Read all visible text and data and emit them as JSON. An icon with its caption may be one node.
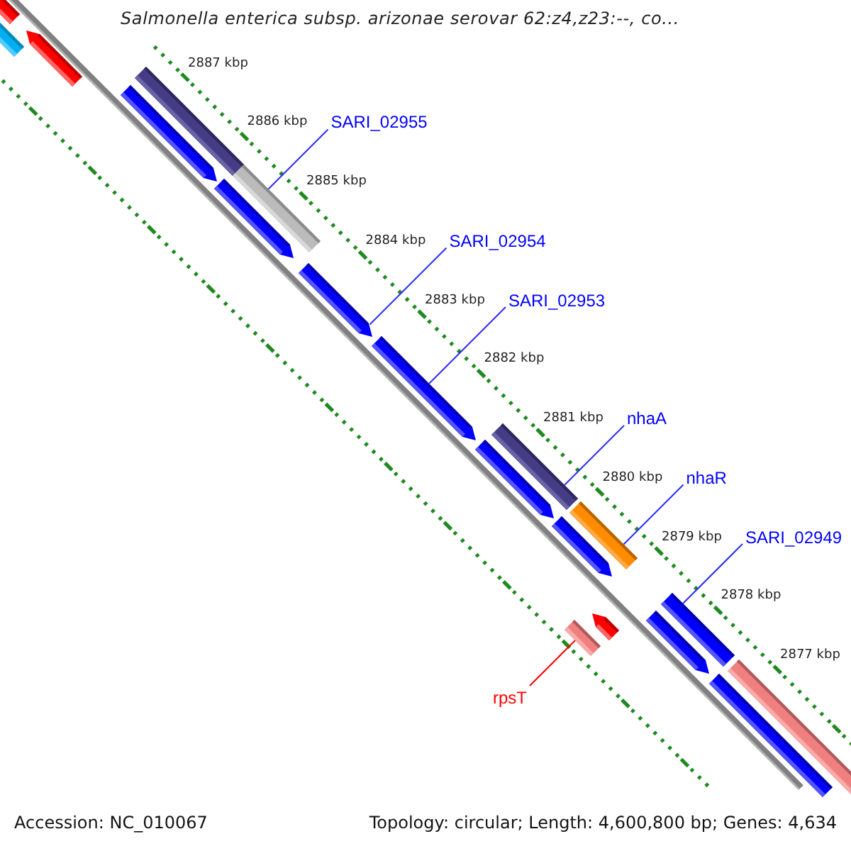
{
  "diagram": {
    "title": "Salmonella enterica subsp. arizonae serovar 62:z4,z23:--, co...",
    "nodes": [
      {
        "text": [],
        "shape": "bar"
      },
      {
        "text": [],
        "shape": "bar"
      },
      {
        "text": [],
        "shape": "bar"
      },
      {
        "text": [],
        "shape": "bar"
      },
      {
        "text": [],
        "shape": "bar"
      },
      {
        "text": [],
        "shape": "bar"
      },
      {
        "text": [],
        "shape": "bar"
      },
      {
        "text": [],
        "shape": "bar"
      },
      {
        "text": [],
        "shape": "bar"
      },
      {
        "text": [],
        "shape": "bar"
      },
      {
        "text": [],
        "shape": "bar"
      },
      {
        "text": [],
        "shape": "bar"
      },
      {
        "text": [],
        "shape": "bar"
      },
      {
        "text": [],
        "shape": "bar"
      },
      {
        "text": [],
        "shape": "bar"
      },
      {
        "text": [],
        "shape": "bar"
      },
      {
        "text": [],
        "shape": "bar"
      },
      {
        "text": [],
        "shape": "bar"
      },
      {
        "text": [],
        "shape": "bar"
      },
      {
        "text": [
          "SARI_02955"
        ]
      },
      {
        "text": [
          "SARI_02954"
        ]
      },
      {
        "text": [
          "SARI_02953"
        ]
      },
      {
        "text": [
          "nhaA"
        ]
      },
      {
        "text": [
          "nhaR"
        ]
      },
      {
        "text": [
          "SARI_02949"
        ]
      },
      {
        "text": [
          "rpsT"
        ]
      }
    ],
    "edges": [
      {
        "from": 19,
        "to": 5,
        "arrow": "none"
      },
      {
        "from": 20,
        "to": 7,
        "arrow": "none"
      },
      {
        "from": 21,
        "to": 8,
        "arrow": "none"
      },
      {
        "from": 22,
        "to": 9,
        "arrow": "none"
      },
      {
        "from": 23,
        "to": 11,
        "arrow": "none"
      },
      {
        "from": 24,
        "to": 15,
        "arrow": "none"
      },
      {
        "from": 25,
        "to": 14,
        "arrow": "none",
        "color": "#ff0000"
      }
    ],
    "labels": [
      "2887 kbp",
      "2886 kbp",
      "2885 kbp",
      "2884 kbp",
      "2883 kbp",
      "2882 kbp",
      "2881 kbp",
      "2880 kbp",
      "2879 kbp",
      "2878 kbp",
      "2877 kbp",
      "Accession: NC_010067",
      "Topology: circular; Length: 4,600,800 bp; Genes: 4,634"
    ]
  }
}
